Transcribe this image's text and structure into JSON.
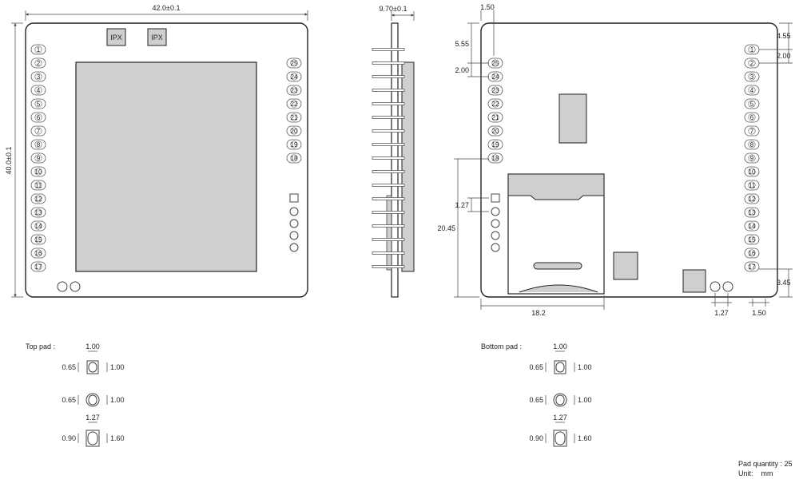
{
  "top_view": {
    "width_dim": "42.0±0.1",
    "height_dim": "40.0±0.1",
    "ipx_labels": [
      "IPX",
      "IPX"
    ],
    "left_pins": [
      "1",
      "2",
      "3",
      "4",
      "5",
      "6",
      "7",
      "8",
      "9",
      "10",
      "11",
      "12",
      "13",
      "14",
      "15",
      "16",
      "17"
    ],
    "right_pins": [
      "25",
      "24",
      "23",
      "22",
      "21",
      "20",
      "19",
      "18"
    ]
  },
  "side_view": {
    "thickness_dim": "9.70±0.1"
  },
  "bottom_view": {
    "dims": {
      "top_offset": "1.50",
      "pin25_offset": "5.55",
      "pitch_left": "2.00",
      "pin1_offset": "4.55",
      "pitch_right": "2.00",
      "lower_height": "20.45",
      "small_pitch": "1.27",
      "bottom_offset": "3.45",
      "slot_width": "18.2",
      "hole_pitch": "1.27",
      "edge_offset": "1.50"
    },
    "left_pins": [
      "25",
      "24",
      "23",
      "22",
      "21",
      "20",
      "19",
      "18"
    ],
    "right_pins": [
      "1",
      "2",
      "3",
      "4",
      "5",
      "6",
      "7",
      "8",
      "9",
      "10",
      "11",
      "12",
      "13",
      "14",
      "15",
      "16",
      "17"
    ]
  },
  "pads": {
    "top_title": "Top pad :",
    "bottom_title": "Bottom pad :",
    "rows": [
      {
        "top": "1.00",
        "left": "0.65",
        "right": "1.00"
      },
      {
        "top": "",
        "left": "0.65",
        "right": "1.00"
      },
      {
        "top": "1.27",
        "left": "0.90",
        "right": "1.60"
      }
    ]
  },
  "notes": {
    "pad_quantity": "Pad quantity : 25",
    "unit": "Unit:    mm"
  }
}
